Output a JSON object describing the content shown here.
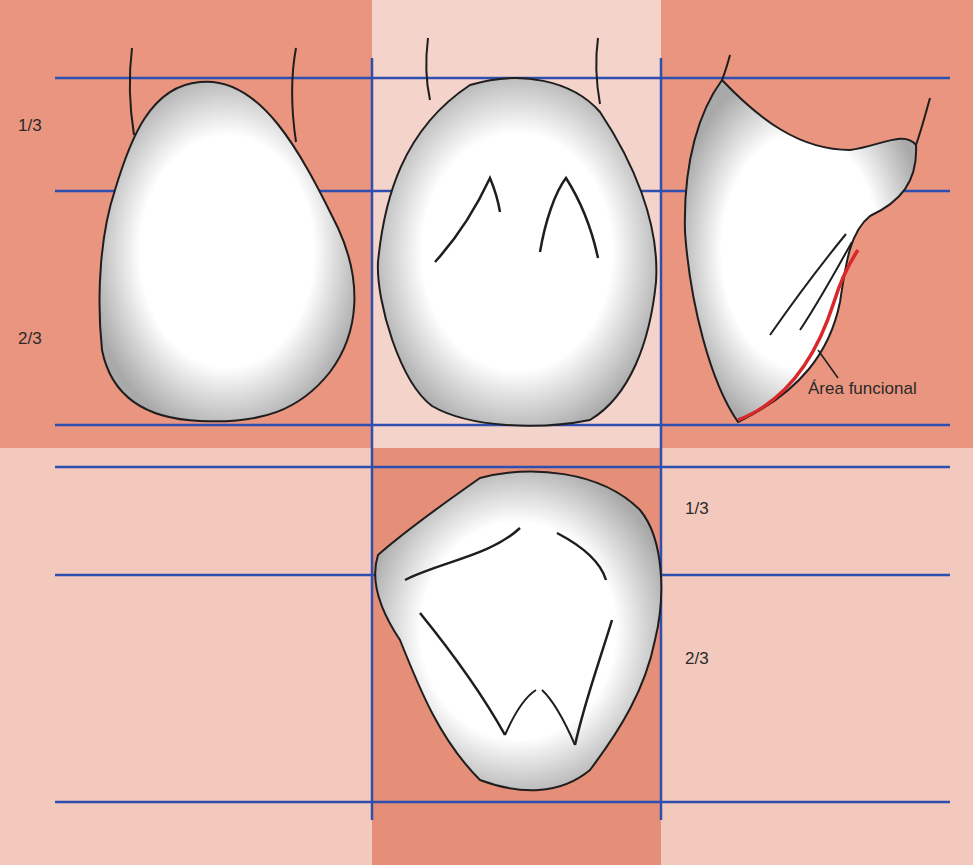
{
  "diagram": {
    "labels": [
      "1/3",
      "2/3",
      "Área funcional",
      "1/3",
      "2/3"
    ]
  }
}
